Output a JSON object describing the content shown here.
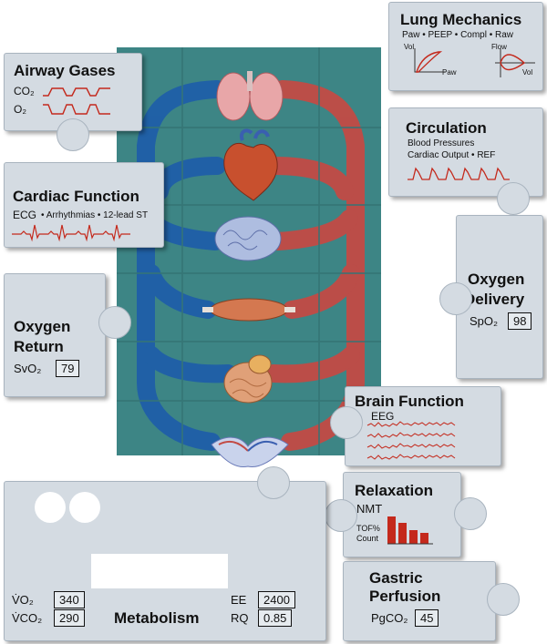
{
  "colors": {
    "board": "#3d8585",
    "artery": "#c24b45",
    "vein": "#1f5fa8",
    "piece": "#d4dbe2",
    "wave": "#c4291c"
  },
  "airway_gases": {
    "title": "Airway Gases",
    "co2": "CO₂",
    "o2": "O₂"
  },
  "cardiac": {
    "title": "Cardiac Function",
    "line_ecg": "ECG",
    "line_rest": "• Arrhythmias • 12-lead ST"
  },
  "oxygen_return": {
    "title_1": "Oxygen",
    "title_2": "Return",
    "label": "SvO₂",
    "value": "79"
  },
  "lung": {
    "title": "Lung Mechanics",
    "subtitle": "Paw • PEEP • Compl • Raw",
    "vol_label_1": "Vol",
    "paw_label": "Paw",
    "flow_label": "Flow",
    "vol_label_2": "Vol"
  },
  "circulation": {
    "title": "Circulation",
    "line1": "Blood Pressures",
    "line2": "Cardiac Output • REF"
  },
  "oxygen_delivery": {
    "title_1": "Oxygen",
    "title_2": "Delivery",
    "label": "SpO₂",
    "value": "98"
  },
  "brain": {
    "title": "Brain Function",
    "eeg": "EEG"
  },
  "relaxation": {
    "title": "Relaxation",
    "nmt": "NMT",
    "tof_1": "TOF%",
    "tof_2": "Count",
    "bar_levels": [
      1.0,
      0.75,
      0.5,
      0.4
    ]
  },
  "gastric": {
    "title_1": "Gastric",
    "title_2": "Perfusion",
    "label": "PgCO₂",
    "value": "45"
  },
  "metabolism": {
    "title": "Metabolism",
    "vo2_label": "V̇O₂",
    "vo2_value": "340",
    "vco2_label": "V̇CO₂",
    "vco2_value": "290",
    "ee_label": "EE",
    "ee_value": "2400",
    "rq_label": "RQ",
    "rq_value": "0.85"
  },
  "organs": [
    "lungs-icon",
    "heart-icon",
    "brain-icon",
    "muscle-icon",
    "intestines-icon",
    "capillary-bed-icon"
  ]
}
